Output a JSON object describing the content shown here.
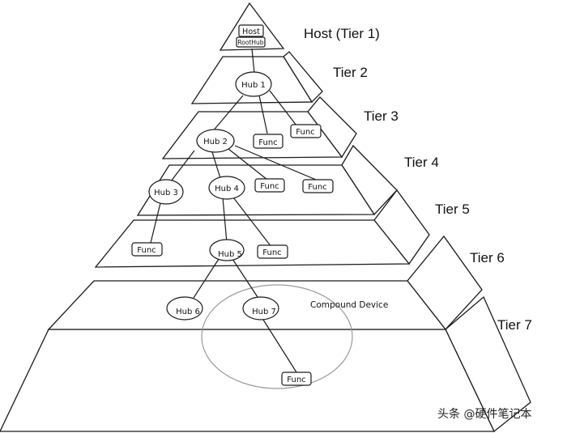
{
  "tiers": [
    {
      "label": "Host (Tier 1)"
    },
    {
      "label": "Tier 2"
    },
    {
      "label": "Tier 3"
    },
    {
      "label": "Tier 4"
    },
    {
      "label": "Tier 5"
    },
    {
      "label": "Tier 6"
    },
    {
      "label": "Tier 7"
    }
  ],
  "nodes": {
    "host": "Host",
    "roothub": "RootHub",
    "hub1": "Hub 1",
    "hub2": "Hub 2",
    "hub3": "Hub 3",
    "hub4": "Hub 4",
    "hub5": "Hub 5",
    "hub6": "Hub 6",
    "hub7": "Hub 7",
    "func": "Func"
  },
  "compound_label": "Compound Device",
  "watermark": "头条 @硬件笔记本"
}
